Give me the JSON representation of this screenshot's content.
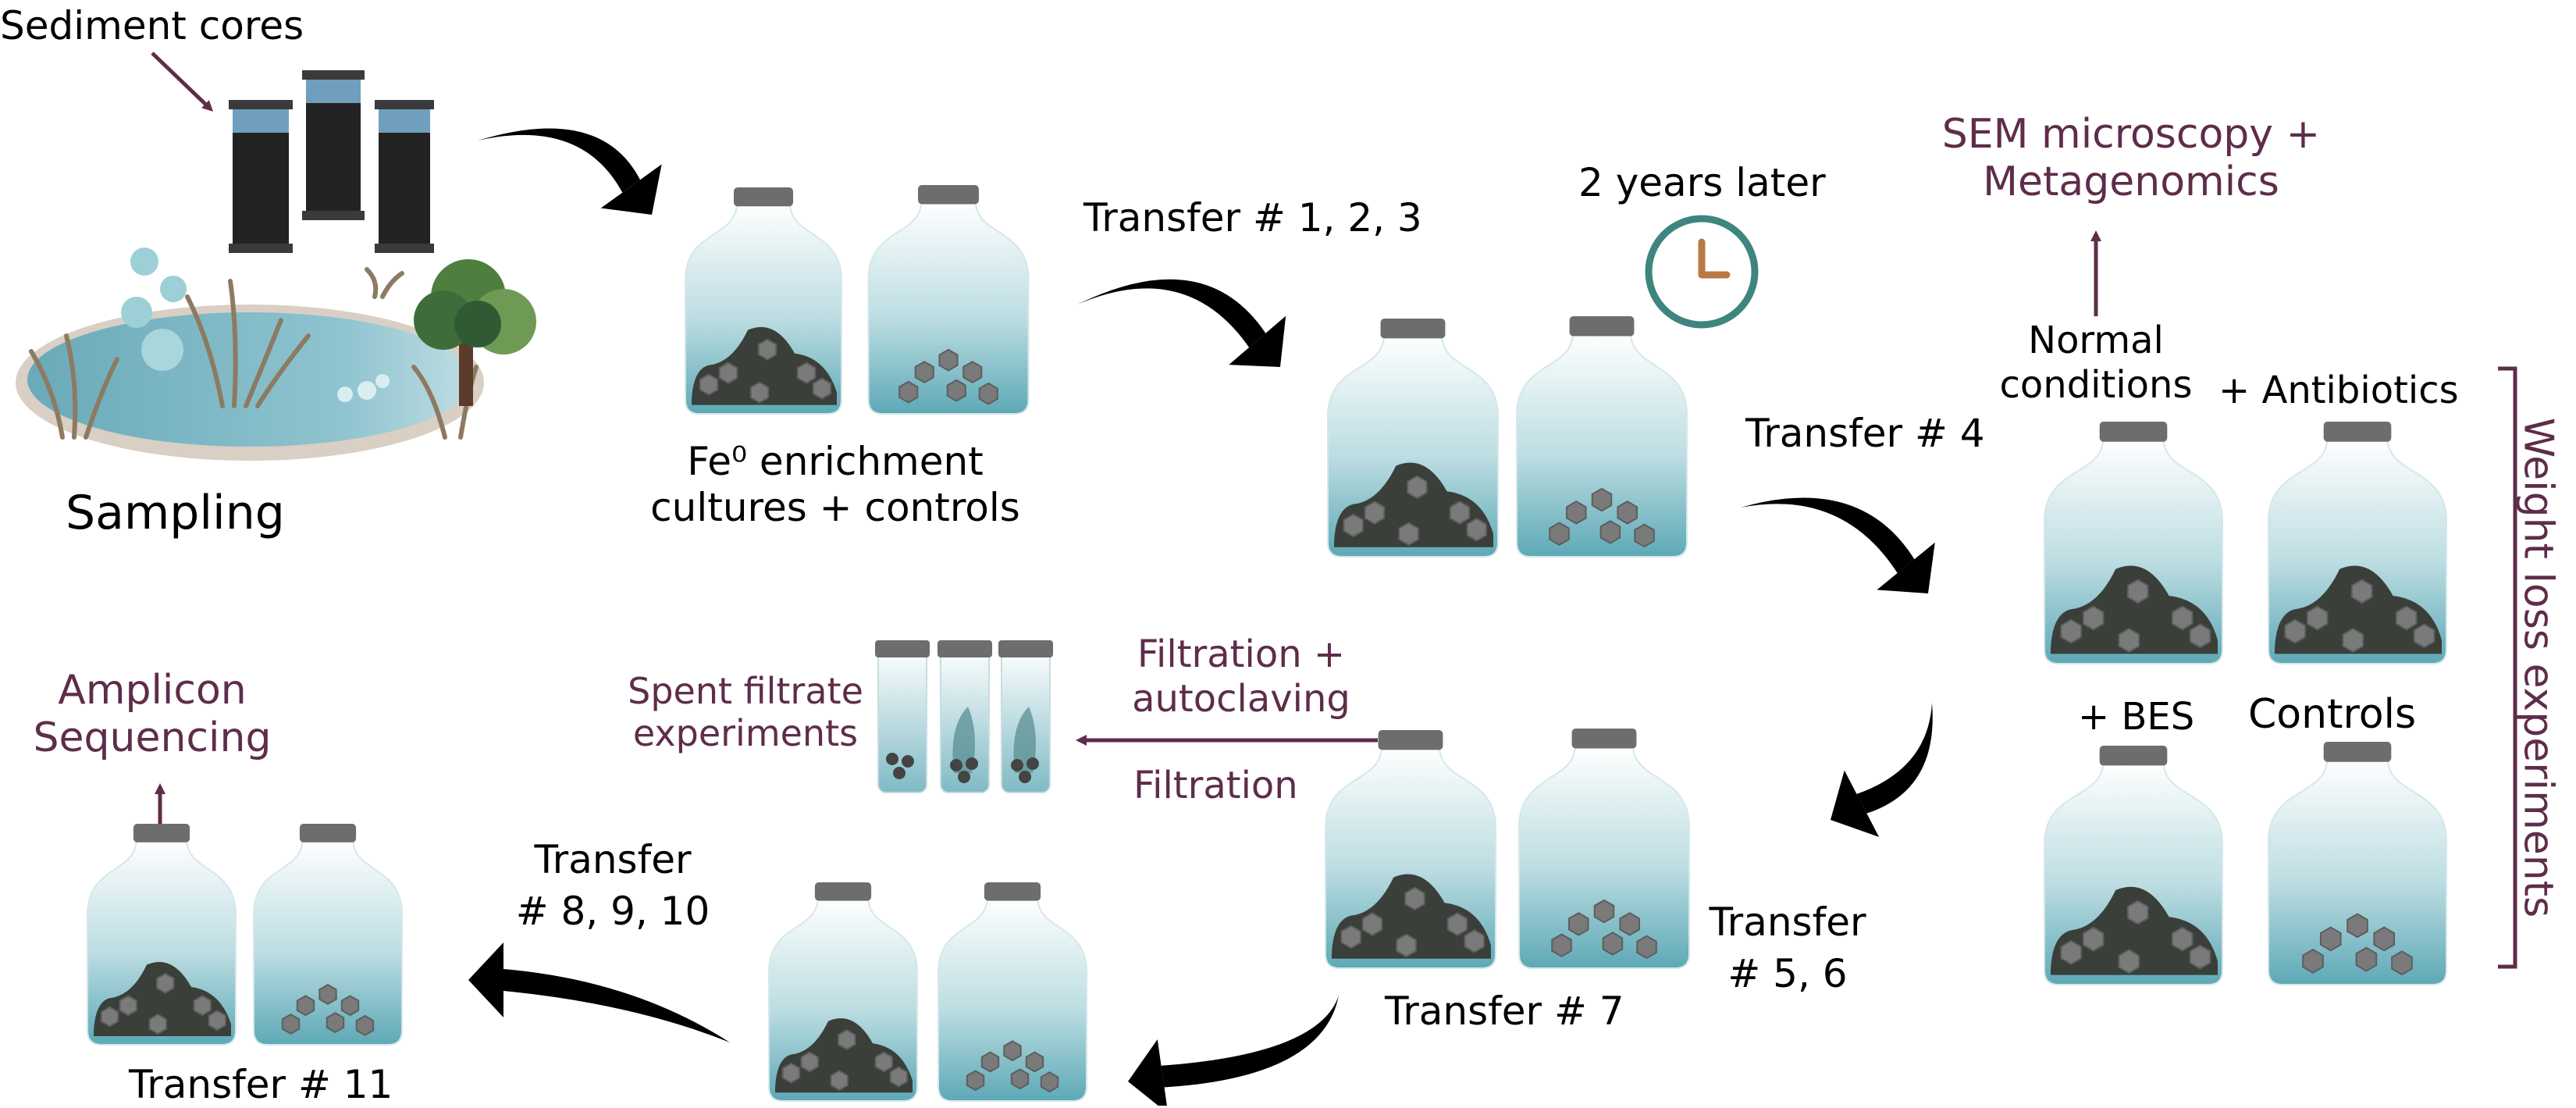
{
  "labels": {
    "sediment_cores": "Sediment cores",
    "sampling": "Sampling",
    "fe_enrichment_line1": "Fe⁰ enrichment",
    "fe_enrichment_line2": "cultures + controls",
    "transfer_1_2_3": "Transfer # 1, 2, 3",
    "two_years_later": "2 years later",
    "sem_line1": "SEM microscopy +",
    "sem_line2": "Metagenomics",
    "normal_line1": "Normal",
    "normal_line2": "conditions",
    "antibiotics": "+ Antibiotics",
    "transfer_4": "Transfer # 4",
    "bes": "+ BES",
    "controls": "Controls",
    "weight_loss": "Weight loss experiments",
    "transfer_5_6_line1": "Transfer",
    "transfer_5_6_line2": "# 5, 6",
    "transfer_7": "Transfer # 7",
    "filtration_autoclaving_line1": "Filtration +",
    "filtration_autoclaving_line2": "autoclaving",
    "filtration": "Filtration",
    "spent_filtrate_line1": "Spent filtrate",
    "spent_filtrate_line2": "experiments",
    "amplicon_line1": "Amplicon",
    "amplicon_line2": "Sequencing",
    "transfer_8_9_10_line1": "Transfer",
    "transfer_8_9_10_line2": "#  8, 9, 10",
    "transfer_11": "Transfer # 11"
  },
  "colors": {
    "accent_purple": "#5e2d4a",
    "bottle_top": "#ffffff",
    "bottle_bottom": "#6aafbb",
    "cap": "#6d6d6d",
    "sediment": "#3a3f3a",
    "iron": "#7a7a7a",
    "clock": "#3e857f",
    "clock_hand": "#b87a45",
    "pond": "#7fb8c8"
  }
}
